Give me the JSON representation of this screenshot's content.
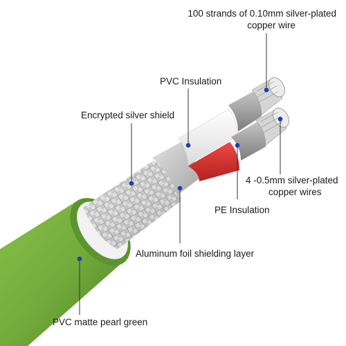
{
  "labels": {
    "strands_line1": "100 strands of 0.10mm silver-plated",
    "strands_line2": "copper wire",
    "pvc_insulation": "PVC Insulation",
    "encrypted_shield": "Encrypted silver shield",
    "small_wires_line1": "4 -0.5mm silver-plated",
    "small_wires_line2": "copper wires",
    "pe_insulation": "PE Insulation",
    "aluminum_foil": "Aluminum foil shielding layer",
    "pvc_jacket": "PVC matte pearl green"
  },
  "colors": {
    "jacket_green": "#74ac3c",
    "jacket_dark": "#4f8526",
    "braid_silver": "#cfcfcf",
    "foil_grey": "#c9c9c9",
    "insulation_white": "#f4f4f4",
    "insulation_red": "#d62d2d",
    "inner_grey": "#9a9a9a",
    "copper_silver": "#d8d8d8",
    "pointer_dot": "#1f3fb0",
    "leader_line": "#333333"
  }
}
